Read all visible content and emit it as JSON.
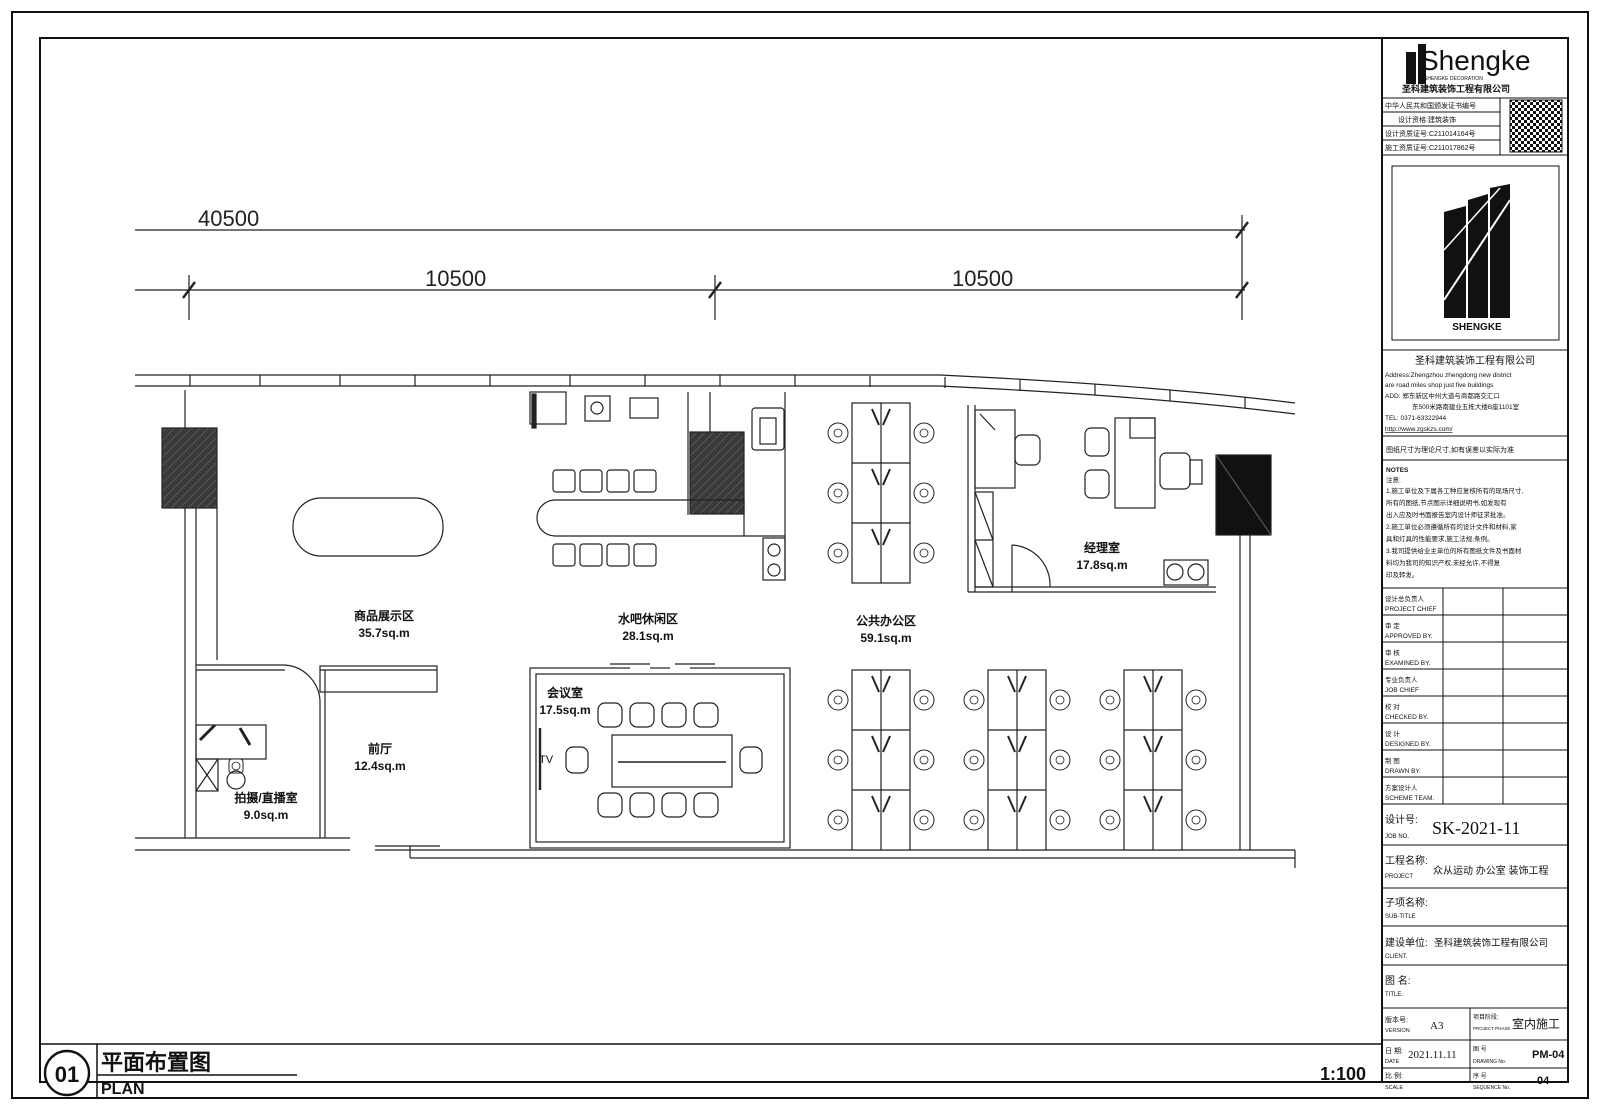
{
  "dimensions": {
    "overall": "40500",
    "segments": [
      "10500",
      "10500"
    ]
  },
  "rooms": [
    {
      "id": "display",
      "name": "商品展示区",
      "area": "35.7sq.m"
    },
    {
      "id": "bar",
      "name": "水吧休闲区",
      "area": "28.1sq.m"
    },
    {
      "id": "office",
      "name": "公共办公区",
      "area": "59.1sq.m"
    },
    {
      "id": "manager",
      "name": "经理室",
      "area": "17.8sq.m"
    },
    {
      "id": "meeting",
      "name": "会议室",
      "area": "17.5sq.m"
    },
    {
      "id": "lobby",
      "name": "前厅",
      "area": "12.4sq.m"
    },
    {
      "id": "studio",
      "name": "拍摄/直播室",
      "area": "9.0sq.m"
    }
  ],
  "tv_label": "TV",
  "drawing_label": {
    "number": "01",
    "title_cn": "平面布置图",
    "title_en": "PLAN",
    "scale": "1:100"
  },
  "title_block": {
    "logo_text": "Shengke",
    "logo_sub_en": "SHENGKE DECORATION",
    "logo_sub_cn": "圣科建筑装饰工程有限公司",
    "cert_lines": [
      "中华人民共和国颁发证书编号",
      "设计资格:建筑装饰",
      "设计资质证号:C211014164号",
      "施工资质证号:C211017862号"
    ],
    "brand_mark_text": "SHENGKE",
    "company_name": "圣科建筑装饰工程有限公司",
    "address_lines": [
      "Address:Zhengzhou zhengdong new district",
      "are road miles shop just five buildings",
      "ADD: 郑东新区中州大道与商都路交汇口",
      "东500米路南建业五栋大楼B座1101室",
      "TEL: 0371-63322944",
      "http://www.zgskzs.com/"
    ],
    "disclaimer": "图纸尺寸为理论尺寸,如有误差以实际为准",
    "notes_title": "NOTES",
    "notes_sub": "注意:",
    "notes": [
      "1.施工单位及下属各工种应复核所有的现场尺寸,",
      "  所有的图纸,节点图示详细说明书,如发现有",
      "  出入应及时书面报告室内设计师征求批准。",
      "2.施工单位必须遵循所有的设计文件和材料,家",
      "  具和灯具的性能要求,施工法规,条例。",
      "3.我司提供给业主单位的所有图纸文件及书面材",
      "  料均为我司的知识产权,未经允许,不得复",
      "  印及转发。"
    ],
    "roles": [
      {
        "cn": "设计总负责人",
        "en": "PROJECT CHIEF"
      },
      {
        "cn": "审  定",
        "en": "APPROVED BY."
      },
      {
        "cn": "审  核",
        "en": "EXAMINED BY."
      },
      {
        "cn": "专业负责人",
        "en": "JOB CHIEF"
      },
      {
        "cn": "校  对",
        "en": "CHECKED BY."
      },
      {
        "cn": "设  计",
        "en": "DESIGNED BY."
      },
      {
        "cn": "制  图",
        "en": "DRAWN BY."
      },
      {
        "cn": "方案设计人",
        "en": "SCHEME TEAM."
      }
    ],
    "job_no": {
      "label_cn": "设计号:",
      "label_en": "JOB NO.",
      "value": "SK-2021-11"
    },
    "project": {
      "label_cn": "工程名称:",
      "label_en": "PROJECT",
      "value": "众从运动 办公室 装饰工程"
    },
    "subtitle": {
      "label_cn": "子项名称:",
      "label_en": "SUB-TITLE",
      "value": ""
    },
    "client": {
      "label_cn": "建设单位:",
      "label_en": "CLIENT.",
      "value": "圣科建筑装饰工程有限公司"
    },
    "title": {
      "label_cn": "图 名:",
      "label_en": "TITLE.",
      "value": ""
    },
    "version": {
      "label_cn": "版本号:",
      "label_en": "VERSION",
      "value": "A3"
    },
    "phase": {
      "label_cn": "项目阶段:",
      "label_en": "PROJECT PHASE",
      "value": "室内施工"
    },
    "date": {
      "label_cn": "日 期:",
      "label_en": "DATE",
      "value": "2021.11.11"
    },
    "drawing_no": {
      "label_cn": "图 号",
      "label_en": "DRAWING No.",
      "value": "PM-04"
    },
    "scale": {
      "label_cn": "比 例:",
      "label_en": "SCALE",
      "value": ""
    },
    "sequence": {
      "label_cn": "序 号",
      "label_en": "SEQUENCE No.",
      "value": "04"
    }
  }
}
